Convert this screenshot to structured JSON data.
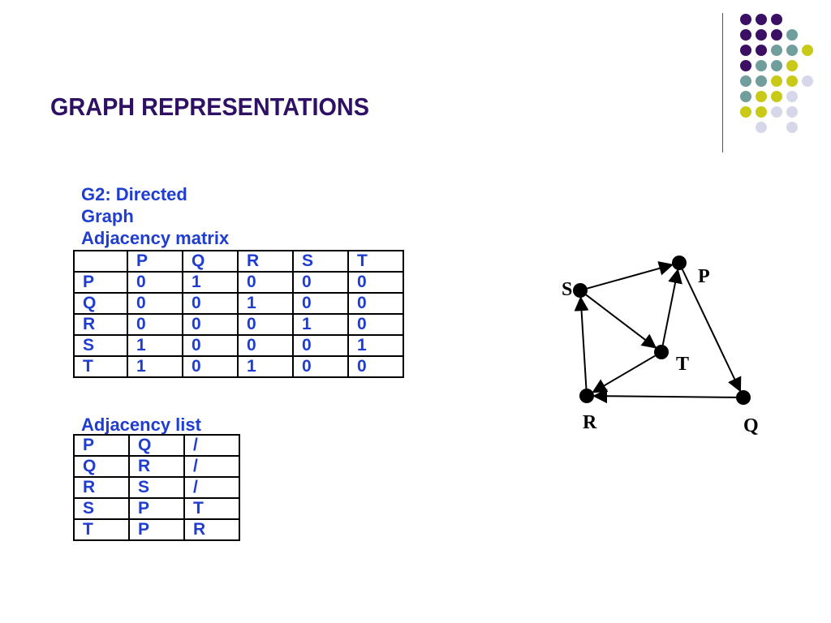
{
  "title": "GRAPH REPRESENTATIONS",
  "colors": {
    "title": "#2e1065",
    "table_text": "#1f3dd1"
  },
  "matrix": {
    "caption_lines": [
      "G2: Directed",
      "Graph",
      "Adjacency matrix"
    ],
    "headers": [
      "",
      "P",
      "Q",
      "R",
      "S",
      "T"
    ],
    "rows": [
      [
        "P",
        "0",
        "1",
        "0",
        "0",
        "0"
      ],
      [
        "Q",
        "0",
        "0",
        "1",
        "0",
        "0"
      ],
      [
        "R",
        "0",
        "0",
        "0",
        "1",
        "0"
      ],
      [
        "S",
        "1",
        "0",
        "0",
        "0",
        "1"
      ],
      [
        "T",
        "1",
        "0",
        "1",
        "0",
        "0"
      ]
    ]
  },
  "list": {
    "caption": "Adjacency list",
    "rows": [
      [
        "P",
        "Q",
        "/"
      ],
      [
        "Q",
        "R",
        "/"
      ],
      [
        "R",
        "S",
        "/"
      ],
      [
        "S",
        "P",
        "T"
      ],
      [
        "T",
        "P",
        "R"
      ]
    ]
  },
  "graph": {
    "nodes": [
      "P",
      "Q",
      "R",
      "S",
      "T"
    ],
    "edges": [
      [
        "P",
        "Q"
      ],
      [
        "Q",
        "R"
      ],
      [
        "R",
        "S"
      ],
      [
        "S",
        "P"
      ],
      [
        "S",
        "T"
      ],
      [
        "T",
        "P"
      ],
      [
        "T",
        "R"
      ]
    ]
  }
}
